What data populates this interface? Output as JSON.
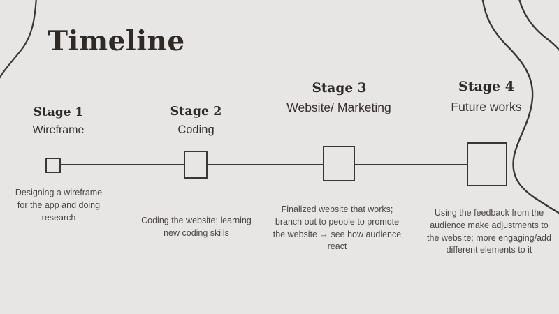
{
  "slide": {
    "title": "Timeline",
    "background_color": "#e8e6e4",
    "ink_color": "#2e2a28",
    "line_color": "#3a3634"
  },
  "timeline": {
    "stages": [
      {
        "heading": "Stage 1",
        "subtitle": "Wireframe",
        "description": "Designing a wireframe for the app and doing research"
      },
      {
        "heading": "Stage 2",
        "subtitle": "Coding",
        "description": "Coding the website; learning new coding skills"
      },
      {
        "heading": "Stage 3",
        "subtitle": "Website/ Marketing",
        "description": "Finalized website that works; branch out to people to promote the website → see how audience react"
      },
      {
        "heading": "Stage 4",
        "subtitle": "Future works",
        "description": "Using the feedback from the audience make adjustments to the website; more engaging/add different elements to it"
      }
    ]
  },
  "decor": {
    "top_left_curve": "thin-s-curve",
    "top_right_curves": "double-s-curve"
  }
}
